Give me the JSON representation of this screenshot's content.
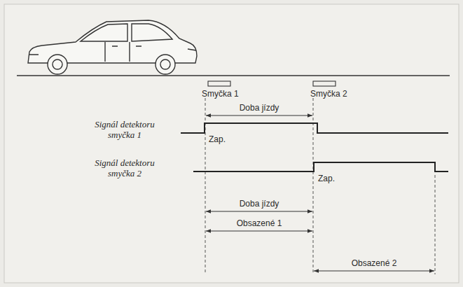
{
  "diagram": {
    "labels": [
      "Smyčka 1",
      "Smyčka 2",
      "Doba jízdy",
      "Signál detektoru smyčka 1",
      "Zap.",
      "Signál detektoru smyčka 2",
      "Zap.",
      "Doba jízdy",
      "Obsazené 1",
      "Obsazené 2"
    ]
  }
}
